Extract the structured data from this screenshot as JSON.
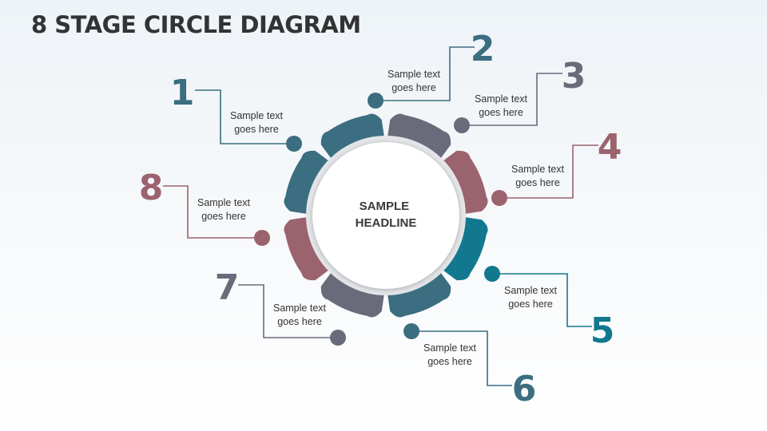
{
  "title": "8 STAGE CIRCLE DIAGRAM",
  "headline": [
    "SAMPLE",
    "HEADLINE"
  ],
  "colors": {
    "teal_dark": "#3A6E80",
    "slate": "#6A6B7A",
    "rose": "#9B636D",
    "teal_bright": "#12788F",
    "center_fill": "#FFFFFF",
    "center_ring": "#E3E5E8"
  },
  "stages": [
    {
      "number": "1",
      "text": [
        "Sample text",
        "goes here"
      ],
      "color": "#3A6E80"
    },
    {
      "number": "2",
      "text": [
        "Sample text",
        "goes here"
      ],
      "color": "#3A6E80"
    },
    {
      "number": "3",
      "text": [
        "Sample text",
        "goes here"
      ],
      "color": "#6A6B7A"
    },
    {
      "number": "4",
      "text": [
        "Sample text",
        "goes here"
      ],
      "color": "#9B636D"
    },
    {
      "number": "5",
      "text": [
        "Sample text",
        "goes here"
      ],
      "color": "#12788F"
    },
    {
      "number": "6",
      "text": [
        "Sample text",
        "goes here"
      ],
      "color": "#3A6E80"
    },
    {
      "number": "7",
      "text": [
        "Sample text",
        "goes here"
      ],
      "color": "#6A6B7A"
    },
    {
      "number": "8",
      "text": [
        "Sample text",
        "goes here"
      ],
      "color": "#9B636D"
    }
  ]
}
